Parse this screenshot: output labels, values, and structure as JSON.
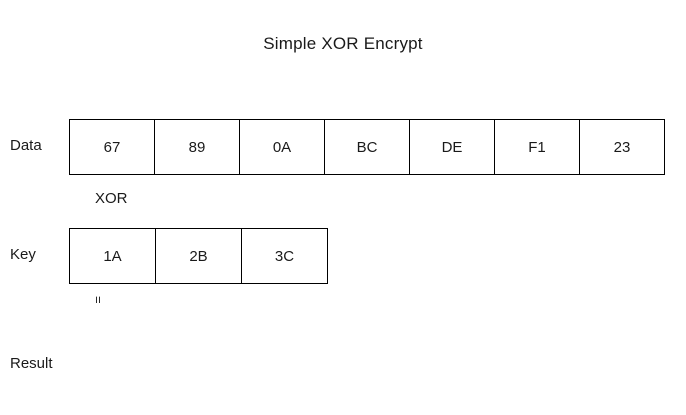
{
  "diagram": {
    "title": "Simple XOR Encrypt",
    "background_color": "#ffffff",
    "line_color": "#000000",
    "text_color": "#1a1a1a",
    "rows": [
      {
        "label": "Data",
        "cells": [
          "67",
          "89",
          "0A",
          "BC",
          "DE",
          "F1",
          "23"
        ]
      },
      {
        "label": "Key",
        "cells": [
          "1A",
          "2B",
          "3C"
        ]
      },
      {
        "label": "Result",
        "cells": []
      }
    ],
    "operators": {
      "xor": "XOR",
      "equals": "="
    }
  }
}
